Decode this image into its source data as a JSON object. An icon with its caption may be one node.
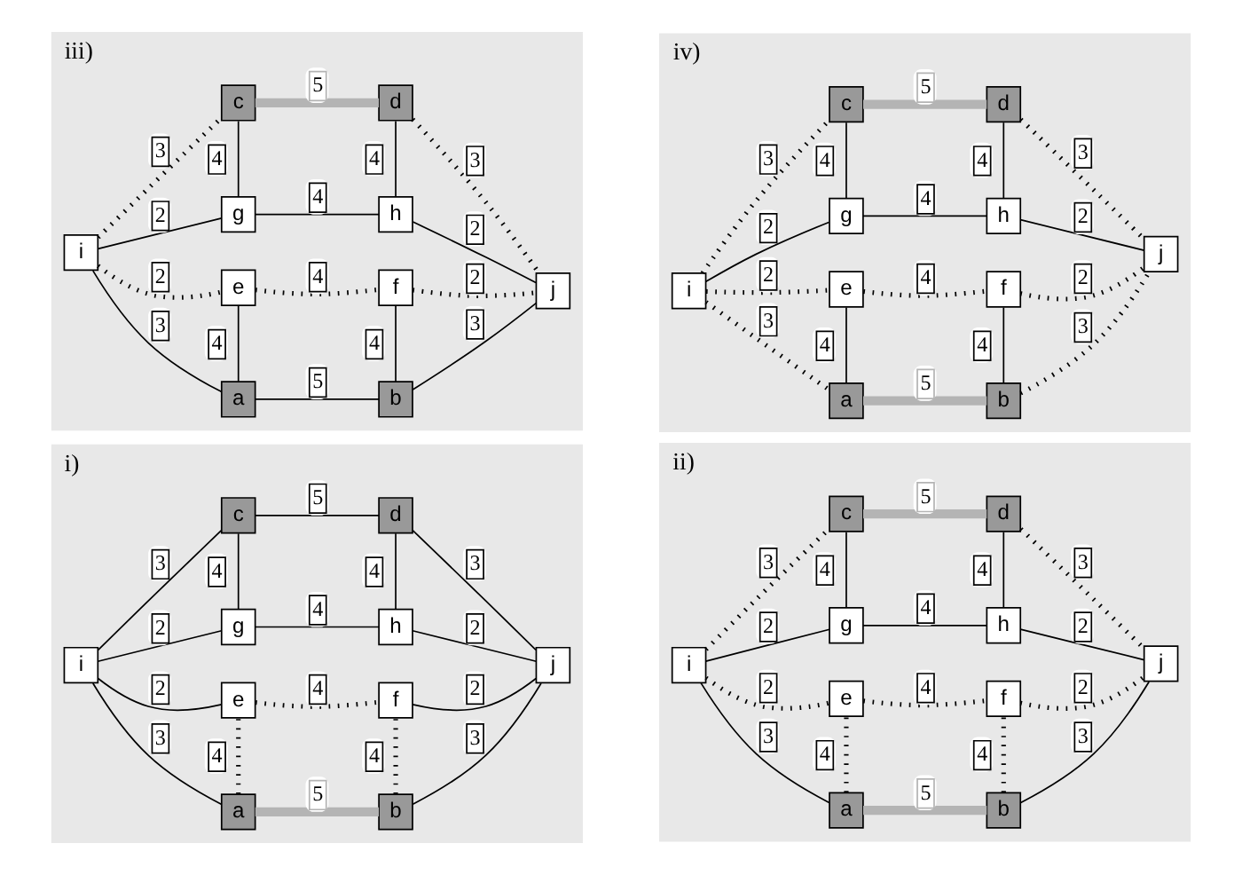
{
  "diagram": {
    "nodes": [
      {
        "text": [
          "i)"
        ]
      },
      {
        "text": [
          "a"
        ],
        "in": 0
      },
      {
        "text": [
          "b"
        ],
        "in": 0
      },
      {
        "text": [
          "e"
        ],
        "in": 0
      },
      {
        "text": [
          "f"
        ],
        "in": 0
      },
      {
        "text": [
          "i"
        ],
        "in": 0
      },
      {
        "text": [
          "j"
        ],
        "in": 0
      },
      {
        "text": [
          "g"
        ],
        "in": 0
      },
      {
        "text": [
          "h"
        ],
        "in": 0
      },
      {
        "text": [
          "c"
        ],
        "in": 0
      },
      {
        "text": [
          "d"
        ],
        "in": 0
      },
      {
        "text": [
          "ii)"
        ]
      },
      {
        "text": [
          "a"
        ],
        "in": 11
      },
      {
        "text": [
          "b"
        ],
        "in": 11
      },
      {
        "text": [
          "e"
        ],
        "in": 11
      },
      {
        "text": [
          "f"
        ],
        "in": 11
      },
      {
        "text": [
          "i"
        ],
        "in": 11
      },
      {
        "text": [
          "j"
        ],
        "in": 11
      },
      {
        "text": [
          "g"
        ],
        "in": 11
      },
      {
        "text": [
          "h"
        ],
        "in": 11
      },
      {
        "text": [
          "c"
        ],
        "in": 11
      },
      {
        "text": [
          "d"
        ],
        "in": 11
      },
      {
        "text": [
          "iii)"
        ]
      },
      {
        "text": [
          "a"
        ],
        "in": 22
      },
      {
        "text": [
          "b"
        ],
        "in": 22
      },
      {
        "text": [
          "e"
        ],
        "in": 22
      },
      {
        "text": [
          "f"
        ],
        "in": 22
      },
      {
        "text": [
          "i"
        ],
        "in": 22
      },
      {
        "text": [
          "j"
        ],
        "in": 22
      },
      {
        "text": [
          "g"
        ],
        "in": 22
      },
      {
        "text": [
          "h"
        ],
        "in": 22
      },
      {
        "text": [
          "c"
        ],
        "in": 22
      },
      {
        "text": [
          "d"
        ],
        "in": 22
      },
      {
        "text": [
          "iv)"
        ]
      },
      {
        "text": [
          "a"
        ],
        "in": 33
      },
      {
        "text": [
          "b"
        ],
        "in": 33
      },
      {
        "text": [
          "e"
        ],
        "in": 33
      },
      {
        "text": [
          "f"
        ],
        "in": 33
      },
      {
        "text": [
          "i"
        ],
        "in": 33
      },
      {
        "text": [
          "j"
        ],
        "in": 33
      },
      {
        "text": [
          "g"
        ],
        "in": 33
      },
      {
        "text": [
          "h"
        ],
        "in": 33
      },
      {
        "text": [
          "c"
        ],
        "in": 33
      },
      {
        "text": [
          "d"
        ],
        "in": 33
      }
    ],
    "edges": [
      {
        "from": 1,
        "to": 2,
        "arrow": "none",
        "label": "5",
        "style": "thick",
        "color": "#b4b4b4"
      },
      {
        "from": 1,
        "to": 3,
        "arrow": "none",
        "label": "4",
        "style": "dashed"
      },
      {
        "from": 2,
        "to": 4,
        "arrow": "none",
        "label": "4",
        "style": "dashed"
      },
      {
        "from": 1,
        "to": 5,
        "arrow": "none",
        "label": "3"
      },
      {
        "from": 2,
        "to": 6,
        "arrow": "none",
        "label": "3"
      },
      {
        "from": 5,
        "to": 3,
        "arrow": "none",
        "label": "2"
      },
      {
        "from": 3,
        "to": 4,
        "arrow": "none",
        "label": "4",
        "style": "dashed"
      },
      {
        "from": 4,
        "to": 6,
        "arrow": "none",
        "label": "2"
      },
      {
        "from": 5,
        "to": 7,
        "arrow": "none",
        "label": "2"
      },
      {
        "from": 7,
        "to": 8,
        "arrow": "none",
        "label": "4"
      },
      {
        "from": 8,
        "to": 6,
        "arrow": "none",
        "label": "2"
      },
      {
        "from": 7,
        "to": 9,
        "arrow": "none",
        "label": "4"
      },
      {
        "from": 8,
        "to": 10,
        "arrow": "none",
        "label": "4"
      },
      {
        "from": 5,
        "to": 9,
        "arrow": "none",
        "label": "3"
      },
      {
        "from": 10,
        "to": 6,
        "arrow": "none",
        "label": "3"
      },
      {
        "from": 9,
        "to": 10,
        "arrow": "none",
        "label": "5"
      },
      {
        "from": 12,
        "to": 13,
        "arrow": "none",
        "label": "5",
        "style": "thick",
        "color": "#b4b4b4"
      },
      {
        "from": 12,
        "to": 14,
        "arrow": "none",
        "label": "4",
        "style": "dashed"
      },
      {
        "from": 13,
        "to": 15,
        "arrow": "none",
        "label": "4",
        "style": "dashed"
      },
      {
        "from": 12,
        "to": 16,
        "arrow": "none",
        "label": "3"
      },
      {
        "from": 13,
        "to": 17,
        "arrow": "none",
        "label": "3"
      },
      {
        "from": 16,
        "to": 14,
        "arrow": "none",
        "label": "2",
        "style": "dashed"
      },
      {
        "from": 14,
        "to": 15,
        "arrow": "none",
        "label": "4",
        "style": "dashed"
      },
      {
        "from": 15,
        "to": 17,
        "arrow": "none",
        "label": "2",
        "style": "dashed"
      },
      {
        "from": 16,
        "to": 18,
        "arrow": "none",
        "label": "2"
      },
      {
        "from": 18,
        "to": 19,
        "arrow": "none",
        "label": "4"
      },
      {
        "from": 19,
        "to": 17,
        "arrow": "none",
        "label": "2"
      },
      {
        "from": 18,
        "to": 20,
        "arrow": "none",
        "label": "4"
      },
      {
        "from": 19,
        "to": 21,
        "arrow": "none",
        "label": "4"
      },
      {
        "from": 16,
        "to": 20,
        "arrow": "none",
        "label": "3",
        "style": "dashed"
      },
      {
        "from": 21,
        "to": 17,
        "arrow": "none",
        "label": "3",
        "style": "dashed"
      },
      {
        "from": 20,
        "to": 21,
        "arrow": "none",
        "label": "5",
        "style": "thick",
        "color": "#b4b4b4"
      },
      {
        "from": 23,
        "to": 24,
        "arrow": "none",
        "label": "5"
      },
      {
        "from": 23,
        "to": 25,
        "arrow": "none",
        "label": "4"
      },
      {
        "from": 24,
        "to": 26,
        "arrow": "none",
        "label": "4"
      },
      {
        "from": 23,
        "to": 27,
        "arrow": "none",
        "label": "3"
      },
      {
        "from": 24,
        "to": 28,
        "arrow": "none",
        "label": "3"
      },
      {
        "from": 27,
        "to": 25,
        "arrow": "none",
        "label": "2",
        "style": "dashed"
      },
      {
        "from": 25,
        "to": 26,
        "arrow": "none",
        "label": "4",
        "style": "dashed"
      },
      {
        "from": 26,
        "to": 28,
        "arrow": "none",
        "label": "2",
        "style": "dashed"
      },
      {
        "from": 27,
        "to": 29,
        "arrow": "none",
        "label": "2"
      },
      {
        "from": 29,
        "to": 30,
        "arrow": "none",
        "label": "4"
      },
      {
        "from": 30,
        "to": 28,
        "arrow": "none",
        "label": "2"
      },
      {
        "from": 29,
        "to": 31,
        "arrow": "none",
        "label": "4"
      },
      {
        "from": 30,
        "to": 32,
        "arrow": "none",
        "label": "4"
      },
      {
        "from": 27,
        "to": 31,
        "arrow": "none",
        "label": "3",
        "style": "dashed"
      },
      {
        "from": 32,
        "to": 28,
        "arrow": "none",
        "label": "3",
        "style": "dashed"
      },
      {
        "from": 31,
        "to": 32,
        "arrow": "none",
        "label": "5",
        "style": "thick",
        "color": "#b4b4b4"
      },
      {
        "from": 34,
        "to": 35,
        "arrow": "none",
        "label": "5",
        "style": "thick",
        "color": "#b4b4b4"
      },
      {
        "from": 34,
        "to": 36,
        "arrow": "none",
        "label": "4"
      },
      {
        "from": 35,
        "to": 37,
        "arrow": "none",
        "label": "4"
      },
      {
        "from": 34,
        "to": 38,
        "arrow": "none",
        "label": "3",
        "style": "dashed"
      },
      {
        "from": 35,
        "to": 39,
        "arrow": "none",
        "label": "3",
        "style": "dashed"
      },
      {
        "from": 38,
        "to": 36,
        "arrow": "none",
        "label": "2",
        "style": "dashed"
      },
      {
        "from": 36,
        "to": 37,
        "arrow": "none",
        "label": "4",
        "style": "dashed"
      },
      {
        "from": 37,
        "to": 39,
        "arrow": "none",
        "label": "2",
        "style": "dashed"
      },
      {
        "from": 38,
        "to": 40,
        "arrow": "none",
        "label": "2"
      },
      {
        "from": 40,
        "to": 41,
        "arrow": "none",
        "label": "4"
      },
      {
        "from": 41,
        "to": 39,
        "arrow": "none",
        "label": "2"
      },
      {
        "from": 40,
        "to": 42,
        "arrow": "none",
        "label": "4"
      },
      {
        "from": 41,
        "to": 43,
        "arrow": "none",
        "label": "4"
      },
      {
        "from": 38,
        "to": 42,
        "arrow": "none",
        "label": "3",
        "style": "dashed"
      },
      {
        "from": 43,
        "to": 39,
        "arrow": "none",
        "label": "3",
        "style": "dashed"
      },
      {
        "from": 42,
        "to": 43,
        "arrow": "none",
        "label": "5",
        "style": "thick",
        "color": "#b4b4b4"
      }
    ]
  }
}
